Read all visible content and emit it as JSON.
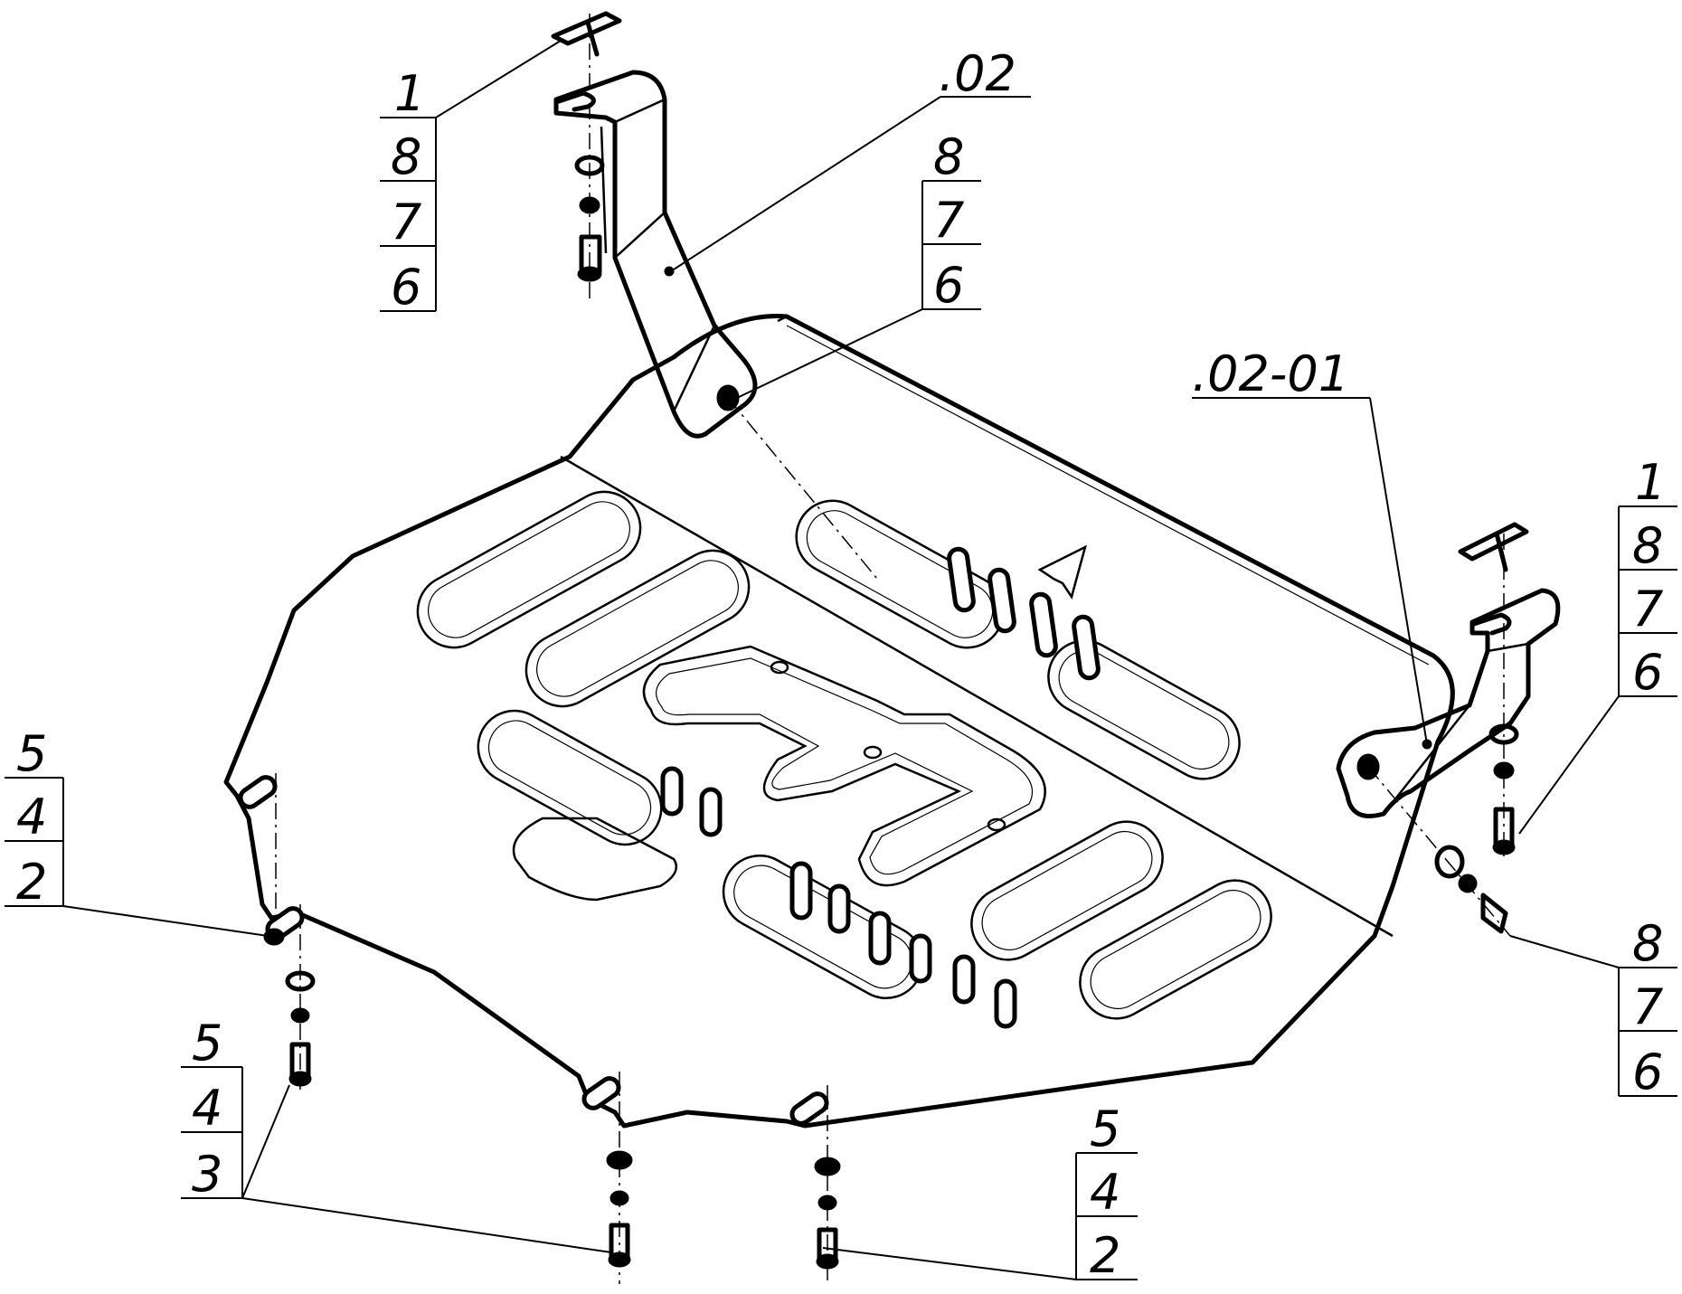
{
  "callouts": {
    "top_left": [
      "1",
      "8",
      "7",
      "6"
    ],
    "bracket_left_label": ".02",
    "bolt_left_mid": [
      "8",
      "7",
      "6"
    ],
    "bracket_right_label": ".02-01",
    "top_right": [
      "1",
      "8",
      "7",
      "6"
    ],
    "side_left": [
      "5",
      "4",
      "2"
    ],
    "bottom_left": [
      "5",
      "4",
      "3"
    ],
    "bottom_right": [
      "5",
      "4",
      "2"
    ],
    "side_right": [
      "8",
      "7",
      "6"
    ]
  }
}
